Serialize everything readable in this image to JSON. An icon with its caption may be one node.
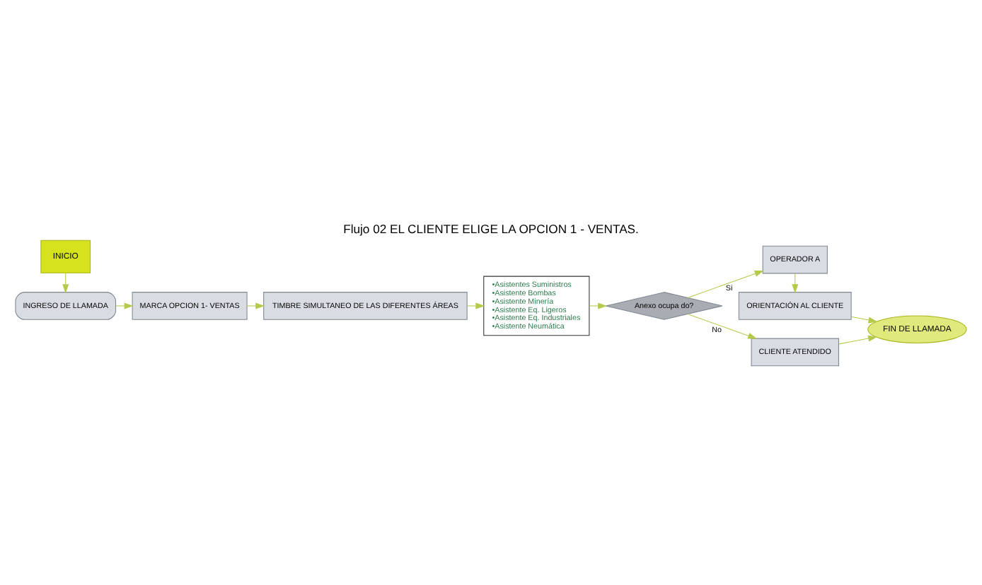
{
  "diagram": {
    "title": "Flujo 02 EL CLIENTE ELIGE LA OPCION 1 - VENTAS.",
    "nodes": [
      {
        "text": [
          "INICIO"
        ]
      },
      {
        "text": [
          "INGRESO DE LLAMADA"
        ]
      },
      {
        "text": [
          "MARCA OPCION 1- VENTAS"
        ]
      },
      {
        "text": [
          "TIMBRE SIMULTANEO DE LAS DIFERENTES ÁREAS"
        ]
      },
      {
        "text": [
          "•Asistentes Suministros",
          "•Asistente Bombas",
          "•Asistente Minería",
          "•Asistente Eq. Ligeros",
          "•Asistente Eq. Industriales",
          "•Asistente Neumática"
        ]
      },
      {
        "text": [
          "Anexo ocupa do?"
        ]
      },
      {
        "text": [
          "OPERADOR A"
        ]
      },
      {
        "text": [
          "CLIENTE ATENDIDO"
        ]
      },
      {
        "text": [
          "ORIENTACIÓN AL CLIENTE"
        ]
      },
      {
        "text": [
          "FIN DE LLAMADA"
        ]
      }
    ],
    "edges": [
      {
        "from": 0,
        "to": 1,
        "arrow": "to"
      },
      {
        "from": 1,
        "to": 2,
        "arrow": "to"
      },
      {
        "from": 2,
        "to": 3,
        "arrow": "to"
      },
      {
        "from": 3,
        "to": 4,
        "arrow": "to"
      },
      {
        "from": 4,
        "to": 5,
        "arrow": "to"
      },
      {
        "from": 5,
        "to": 6,
        "arrow": "to",
        "label": "Si"
      },
      {
        "from": 5,
        "to": 7,
        "arrow": "to",
        "label": "No"
      },
      {
        "from": 6,
        "to": 8,
        "arrow": "to"
      },
      {
        "from": 8,
        "to": 9,
        "arrow": "to"
      },
      {
        "from": 7,
        "to": 9,
        "arrow": "to"
      }
    ]
  }
}
